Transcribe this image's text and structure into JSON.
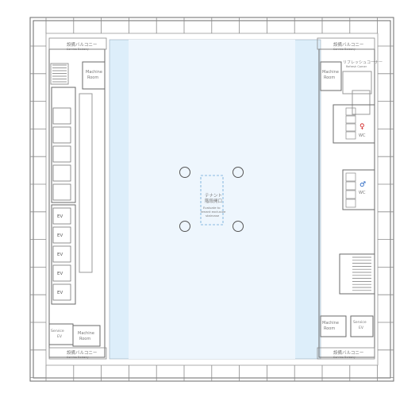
{
  "colors": {
    "wall": "#6a6a6a",
    "thin": "#9a9a9a",
    "floor": "#ddeefa",
    "floor_edge": "#bcd9f3",
    "text": "#777777",
    "female": "#d02020",
    "male": "#2060c0",
    "tenant_dash": "#6aa8d8"
  },
  "labels": {
    "balcony_tl": "設備バルコニー",
    "balcony_tl_en": "Service Balcony",
    "balcony_tr": "設備バルコニー",
    "balcony_tr_en": "Service Balcony",
    "balcony_bl": "設備バルコニー",
    "balcony_bl_en": "Service Balcony",
    "balcony_br": "設備バルコニー",
    "balcony_br_en": "Service Balcony",
    "machine_room_l1": "Machine",
    "machine_room_l2": "Room",
    "refresh_corner": "リフレッシュコーナー",
    "refresh_corner_en": "Refresh Corner",
    "service_ev_l1": "Service",
    "service_ev_l2": "EV",
    "ev": "EV",
    "wc": "WC",
    "tenant_jp1": "テナント",
    "tenant_jp2": "階段開口",
    "tenant_en1": "Evaluate to",
    "tenant_en2": "tenant exclusive",
    "tenant_en3": "staircase"
  }
}
